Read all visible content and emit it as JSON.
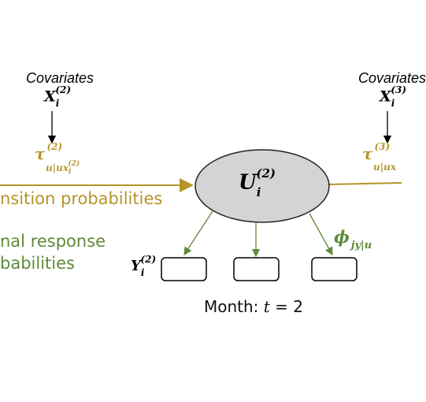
{
  "left_covariate": {
    "label": "Covariates",
    "symbol": "X",
    "superscript": "(2)",
    "subscript": "i"
  },
  "right_covariate": {
    "label": "Covariates",
    "symbol": "X",
    "superscript": "(3)",
    "subscript": "i"
  },
  "left_tau": {
    "symbol": "τ",
    "superscript": "(2)",
    "subscript_main": "u|ux",
    "subscript_sub": "i",
    "subscript_sup": "(2)"
  },
  "right_tau": {
    "symbol": "τ",
    "superscript": "(3)",
    "subscript_main": "u|ux"
  },
  "transition_text": "nsition probabilities",
  "response_text": {
    "line1": "nal response",
    "line2": "babilities"
  },
  "latent_node": {
    "symbol": "U",
    "superscript": "(2)",
    "subscript": "i"
  },
  "observed_label": {
    "symbol": "Y",
    "superscript": "(2)",
    "subscript": "i"
  },
  "phi_label": {
    "symbol": "ϕ",
    "subscript": "jy|u"
  },
  "month_label": {
    "prefix": "Month: ",
    "variable": "t",
    "suffix": " = 2"
  },
  "colors": {
    "transition": "#b5952a",
    "response": "#5f8a3a",
    "node_fill": "#d4d4d4",
    "node_stroke": "#222222"
  }
}
